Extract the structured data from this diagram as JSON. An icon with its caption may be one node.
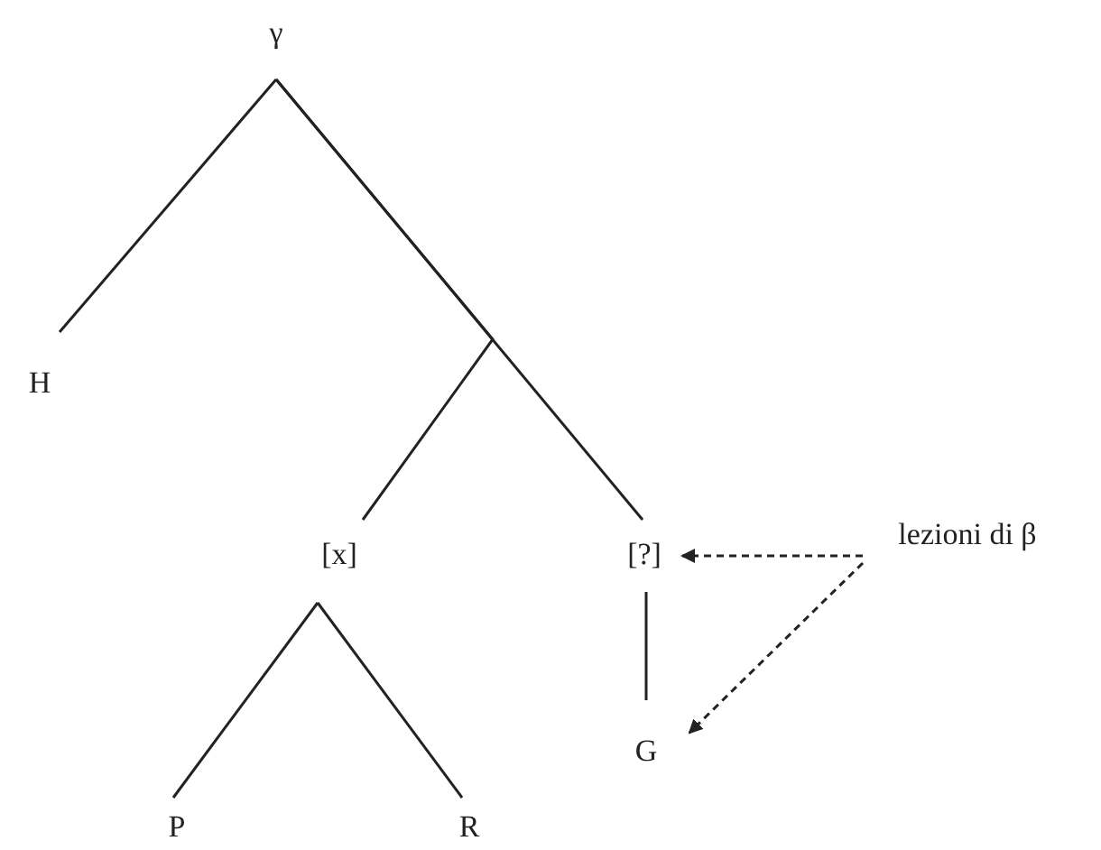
{
  "diagram": {
    "nodes": [
      {
        "text": [
          "γ"
        ]
      },
      {
        "text": [
          "H"
        ]
      },
      {
        "text": [
          "[x]"
        ]
      },
      {
        "text": [
          "[?]"
        ]
      },
      {
        "text": [
          "lezioni di β"
        ]
      },
      {
        "text": [
          "P"
        ]
      },
      {
        "text": [
          "R"
        ]
      },
      {
        "text": [
          "G"
        ]
      }
    ],
    "edges": [
      {
        "from": 0,
        "to": 1,
        "arrow": "none"
      },
      {
        "from": 0,
        "to": 2,
        "arrow": "none"
      },
      {
        "from": 0,
        "to": 3,
        "arrow": "none"
      },
      {
        "from": 2,
        "to": 5,
        "arrow": "none"
      },
      {
        "from": 2,
        "to": 6,
        "arrow": "none"
      },
      {
        "from": 3,
        "to": 7,
        "arrow": "none"
      },
      {
        "from": 4,
        "to": 3,
        "arrow": "to",
        "style": "dashed"
      },
      {
        "from": 4,
        "to": 7,
        "arrow": "to",
        "style": "dashed"
      }
    ]
  }
}
